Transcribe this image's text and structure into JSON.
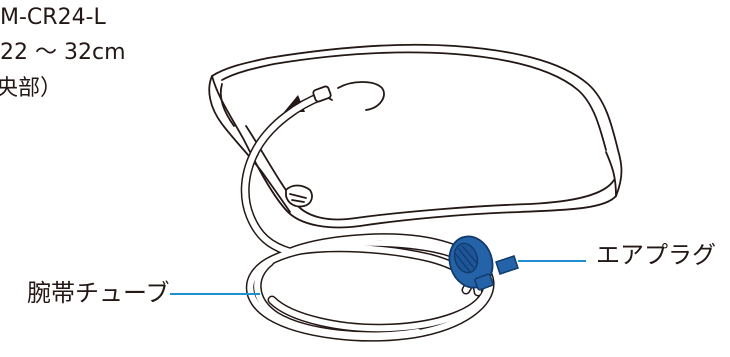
{
  "spec": {
    "model_line": "M-CR24-L",
    "circumference_line": "22 ～ 32cm",
    "note_line": "央部）"
  },
  "labels": {
    "air_plug": "エアプラグ",
    "cuff_tube": "腕帯チューブ"
  },
  "colors": {
    "line_art": "#231815",
    "callout": "#1f8fd0",
    "plug_fill": "#2463a8",
    "plug_dark": "#123a6a"
  }
}
